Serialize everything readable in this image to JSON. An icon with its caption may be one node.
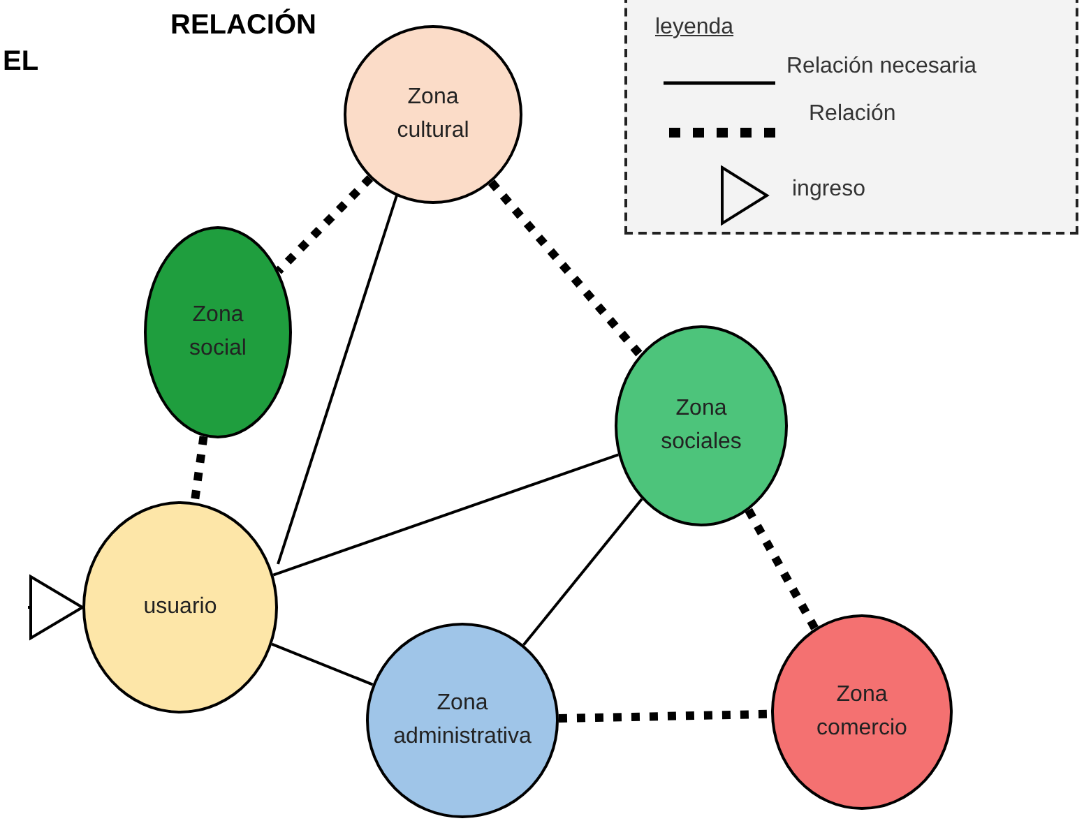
{
  "diagram": {
    "nodes": [
      {
        "text": [
          "Zona cultural"
        ]
      },
      {
        "text": [
          "Zona social"
        ]
      },
      {
        "text": [
          "Zona sociales"
        ]
      },
      {
        "text": [
          "usuario"
        ]
      },
      {
        "text": [
          "Zona administrativa"
        ]
      },
      {
        "text": [
          "Zona comercio"
        ]
      }
    ],
    "edges": [
      {
        "from": 0,
        "to": 1,
        "arrow": "none",
        "style": "dashed"
      },
      {
        "from": 0,
        "to": 2,
        "arrow": "none",
        "style": "dashed"
      },
      {
        "from": 1,
        "to": 3,
        "arrow": "none",
        "style": "dashed"
      },
      {
        "from": 3,
        "to": 0,
        "arrow": "none"
      },
      {
        "from": 3,
        "to": 2,
        "arrow": "none"
      },
      {
        "from": 3,
        "to": 4,
        "arrow": "none"
      },
      {
        "from": 4,
        "to": 2,
        "arrow": "none"
      },
      {
        "from": 4,
        "to": 5,
        "arrow": "none",
        "style": "dashed"
      },
      {
        "from": 2,
        "to": 5,
        "arrow": "none",
        "style": "dashed"
      },
      {
        "from": null,
        "to": 3,
        "arrow": "to"
      }
    ],
    "labels": [
      "RELACIÓN",
      "EL",
      "leyenda"
    ],
    "legend": [
      {
        "text": "Relación necesaria"
      },
      {
        "text": "Relación"
      },
      {
        "text": "ingreso"
      }
    ]
  }
}
